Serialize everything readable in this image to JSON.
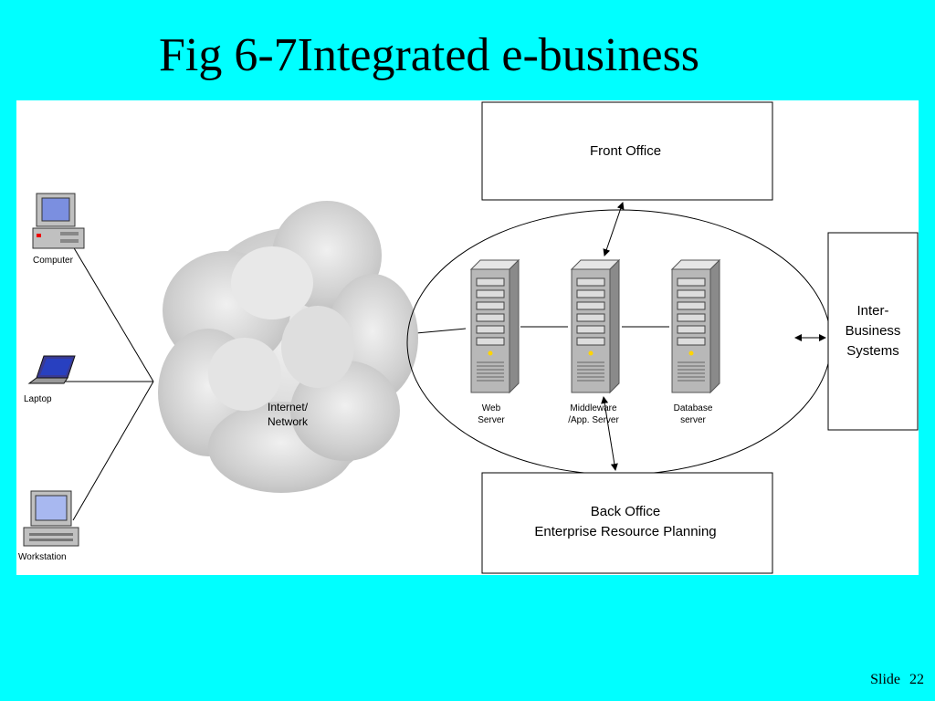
{
  "slide": {
    "title": "Fig 6-7Integrated e-business",
    "footer_label": "Slide",
    "footer_number": "22"
  },
  "diagram": {
    "clients": [
      {
        "id": "computer",
        "label": "Computer"
      },
      {
        "id": "laptop",
        "label": "Laptop"
      },
      {
        "id": "workstation",
        "label": "Workstation"
      }
    ],
    "network": {
      "line1": "Internet/",
      "line2": "Network"
    },
    "servers": [
      {
        "id": "web",
        "line1": "Web",
        "line2": "Server"
      },
      {
        "id": "middleware",
        "line1": "Middleware",
        "line2": "/App. Server"
      },
      {
        "id": "database",
        "line1": "Database",
        "line2": "server"
      }
    ],
    "front_office": {
      "label": "Front Office"
    },
    "back_office": {
      "line1": "Back Office",
      "line2": "Enterprise Resource Planning"
    },
    "inter_business": {
      "line1": "Inter-",
      "line2": "Business",
      "line3": "Systems"
    }
  },
  "colors": {
    "slide_background": "#00ffff",
    "cloud": "#c8c8c8",
    "server_body": "#b8b8b8"
  }
}
